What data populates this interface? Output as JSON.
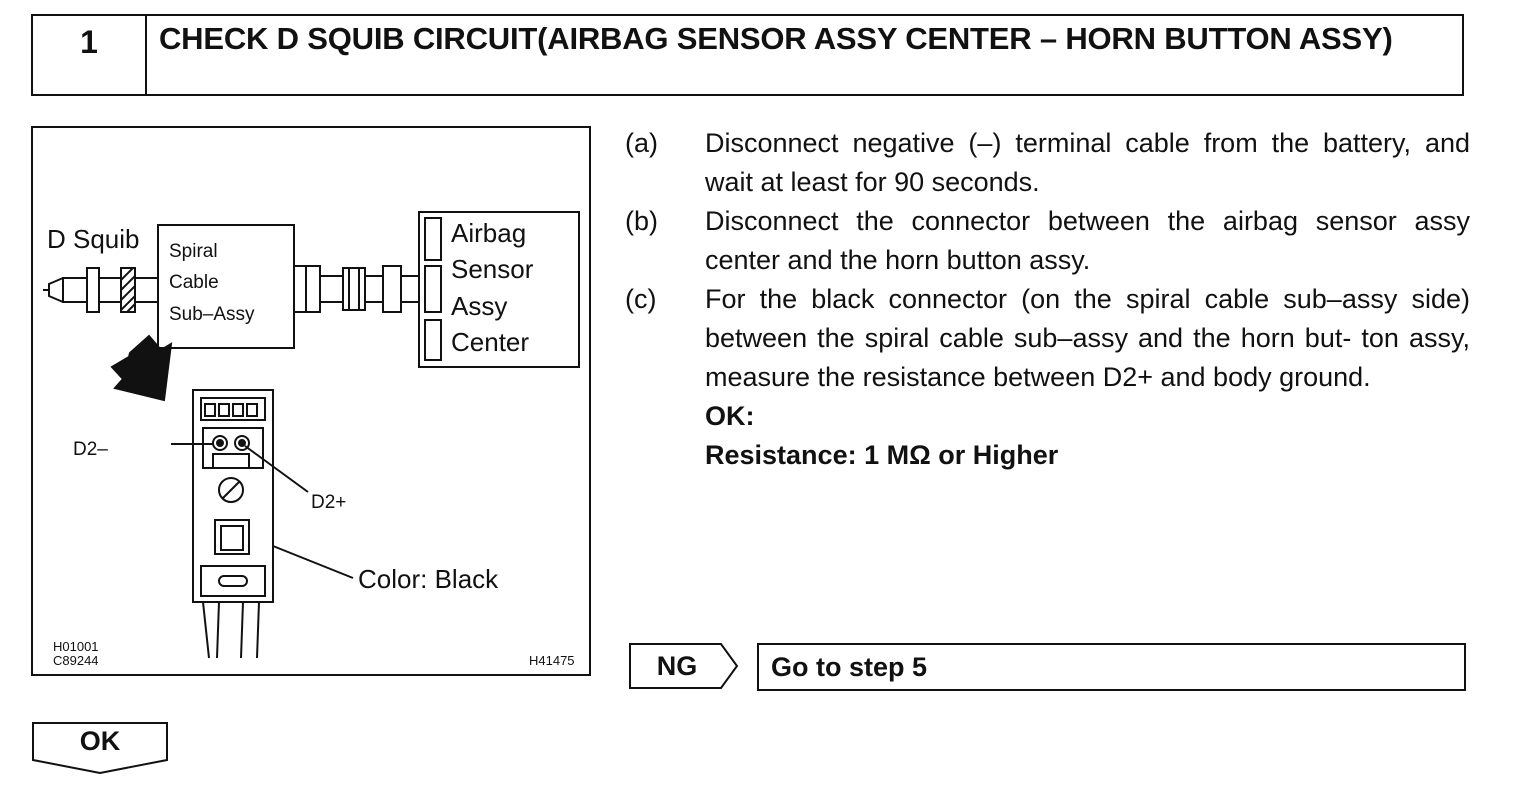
{
  "header": {
    "step_number": "1",
    "title": "CHECK D SQUIB CIRCUIT(AIRBAG SENSOR ASSY CENTER – HORN BUTTON ASSY)"
  },
  "figure": {
    "d_squib_label": "D Squib",
    "spiral_cable_lines": [
      "Spiral",
      "Cable",
      "Sub–Assy"
    ],
    "airbag_sensor_lines": [
      "Airbag",
      "Sensor",
      "Assy",
      "Center"
    ],
    "d2_minus_label": "D2–",
    "d2_plus_label": "D2+",
    "color_label": "Color: Black",
    "code_left_1": "H01001",
    "code_left_2": "C89244",
    "code_right": "H41475"
  },
  "instructions": [
    {
      "letter": "(a)",
      "text": "Disconnect negative (–) terminal cable from the battery, and wait at least for 90 seconds."
    },
    {
      "letter": "(b)",
      "text": "Disconnect the connector between the airbag sensor assy center and the horn button assy."
    },
    {
      "letter": "(c)",
      "text": "For the black connector (on the spiral cable sub–assy side) between the spiral cable sub–assy and the horn but- ton assy, measure the resistance between D2+ and body ground."
    }
  ],
  "spec": {
    "ok_label": "OK:",
    "resistance": "Resistance: 1 MΩ or Higher"
  },
  "ng": {
    "label": "NG",
    "goto": "Go to step 5"
  },
  "ok_button": {
    "label": "OK"
  }
}
